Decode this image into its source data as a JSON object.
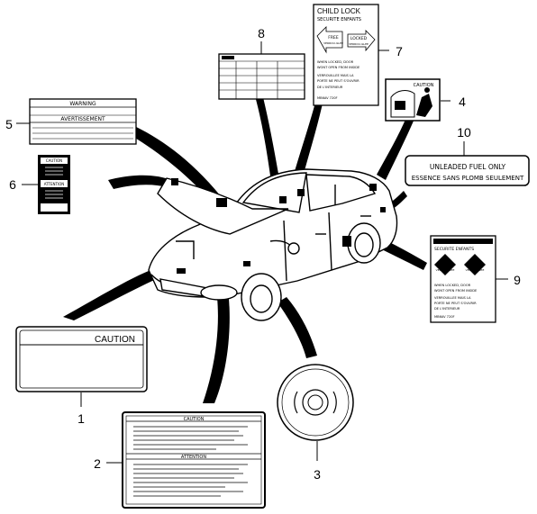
{
  "callouts": [
    "1",
    "2",
    "3",
    "4",
    "5",
    "6",
    "7",
    "8",
    "9",
    "10"
  ],
  "labels": {
    "caution_1": "CAUTION",
    "caution_2": "CAUTION",
    "attention_2": "ATTENTION",
    "warning_5": "WARNING",
    "avertissement_5": "AVERTISSEMENT",
    "caution_6": "CAUTION",
    "attention_6": "ATTENTION",
    "caution_4": "CAUTION",
    "fuel_line1": "UNLEADED FUEL ONLY",
    "fuel_line2": "ESSENCE SANS PLOMB SEULEMENT",
    "child_lock_title": "CHILD LOCK",
    "child_lock_sub": "SECURITE ENFANTS",
    "free": "FREE",
    "verrou_libre": "VERROU-ILLEE",
    "locked": "LOCKED",
    "verrou_illee": "VERROU-ILLEE",
    "when_locked": "WHEN LOCKED, DOOR",
    "wont_open": "WONT OPEN FROM INSIDE",
    "verrouillee_fr": "VERROUILLEE MAIS LA",
    "porte_fr": "PORTE NE PEUT S'OUVRIR",
    "interieur_fr": "DE L'INTERIEUR",
    "part_no": "MB6AV 720F",
    "sec_enfants_9": "SECURITE ENFANTS",
    "verr_9a": "VERROUILLEE",
    "verr_9b": "VERROUILLEE"
  },
  "colors": {
    "ink": "#000000",
    "paper": "#ffffff"
  }
}
